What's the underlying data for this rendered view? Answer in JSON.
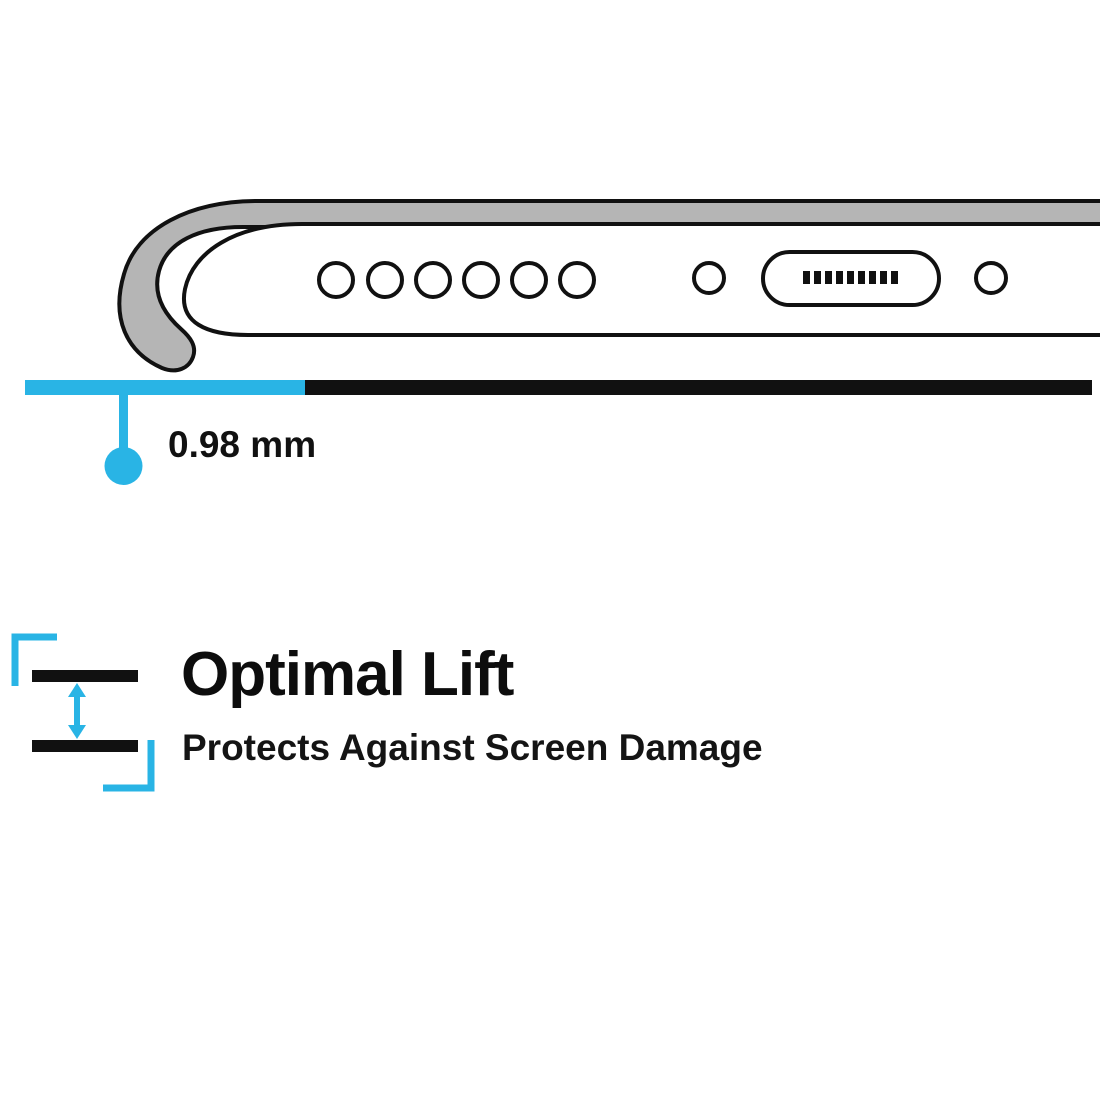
{
  "colors": {
    "accent_cyan": "#29b4e5",
    "outline_black": "#111111",
    "case_gray": "#b5b5b5",
    "background": "#ffffff"
  },
  "illustration": {
    "measurement": "0.98 mm",
    "icons": [
      "phone-case-lip-icon",
      "speaker-holes-icon",
      "screw-hole-icon",
      "charging-port-icon",
      "surface-line",
      "lift-indicator-dot-icon"
    ]
  },
  "feature": {
    "title": "Optimal Lift",
    "subtitle": "Protects Against Screen Damage",
    "icon": "lift-spacing-icon"
  }
}
